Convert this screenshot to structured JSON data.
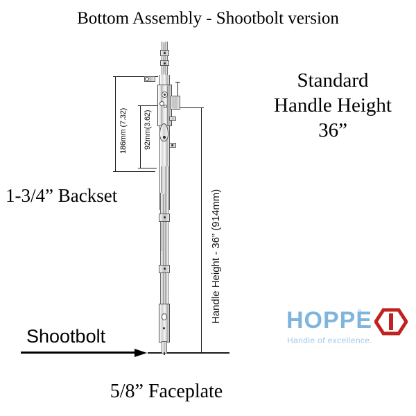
{
  "page": {
    "title": "Bottom Assembly - Shootbolt version",
    "background_color": "#ffffff"
  },
  "labels": {
    "standard_line1": "Standard",
    "standard_line2": "Handle Height",
    "standard_line3": "36”",
    "backset": "1-3/4” Backset",
    "faceplate": "5/8” Faceplate",
    "shootbolt": "Shootbolt"
  },
  "dimensions": {
    "overall": "186mm (7.32)",
    "inner": "92mm(3.62)",
    "handle_height": "Handle Height - 36” (914mm)"
  },
  "logo": {
    "wordmark": "HOPPE",
    "trademark": "®",
    "tagline": "Handle of excellence.",
    "brand_color": "#7fb5dd",
    "tagline_color": "#9fc9e4",
    "hex_color": "#c0231f",
    "hex_icon": "hoppe-hexagon-icon"
  },
  "diagram": {
    "name": "shootbolt-bottom-assembly-drawing",
    "arrow_icon": "right-arrow-icon",
    "line_color": "#1a1a1a"
  }
}
